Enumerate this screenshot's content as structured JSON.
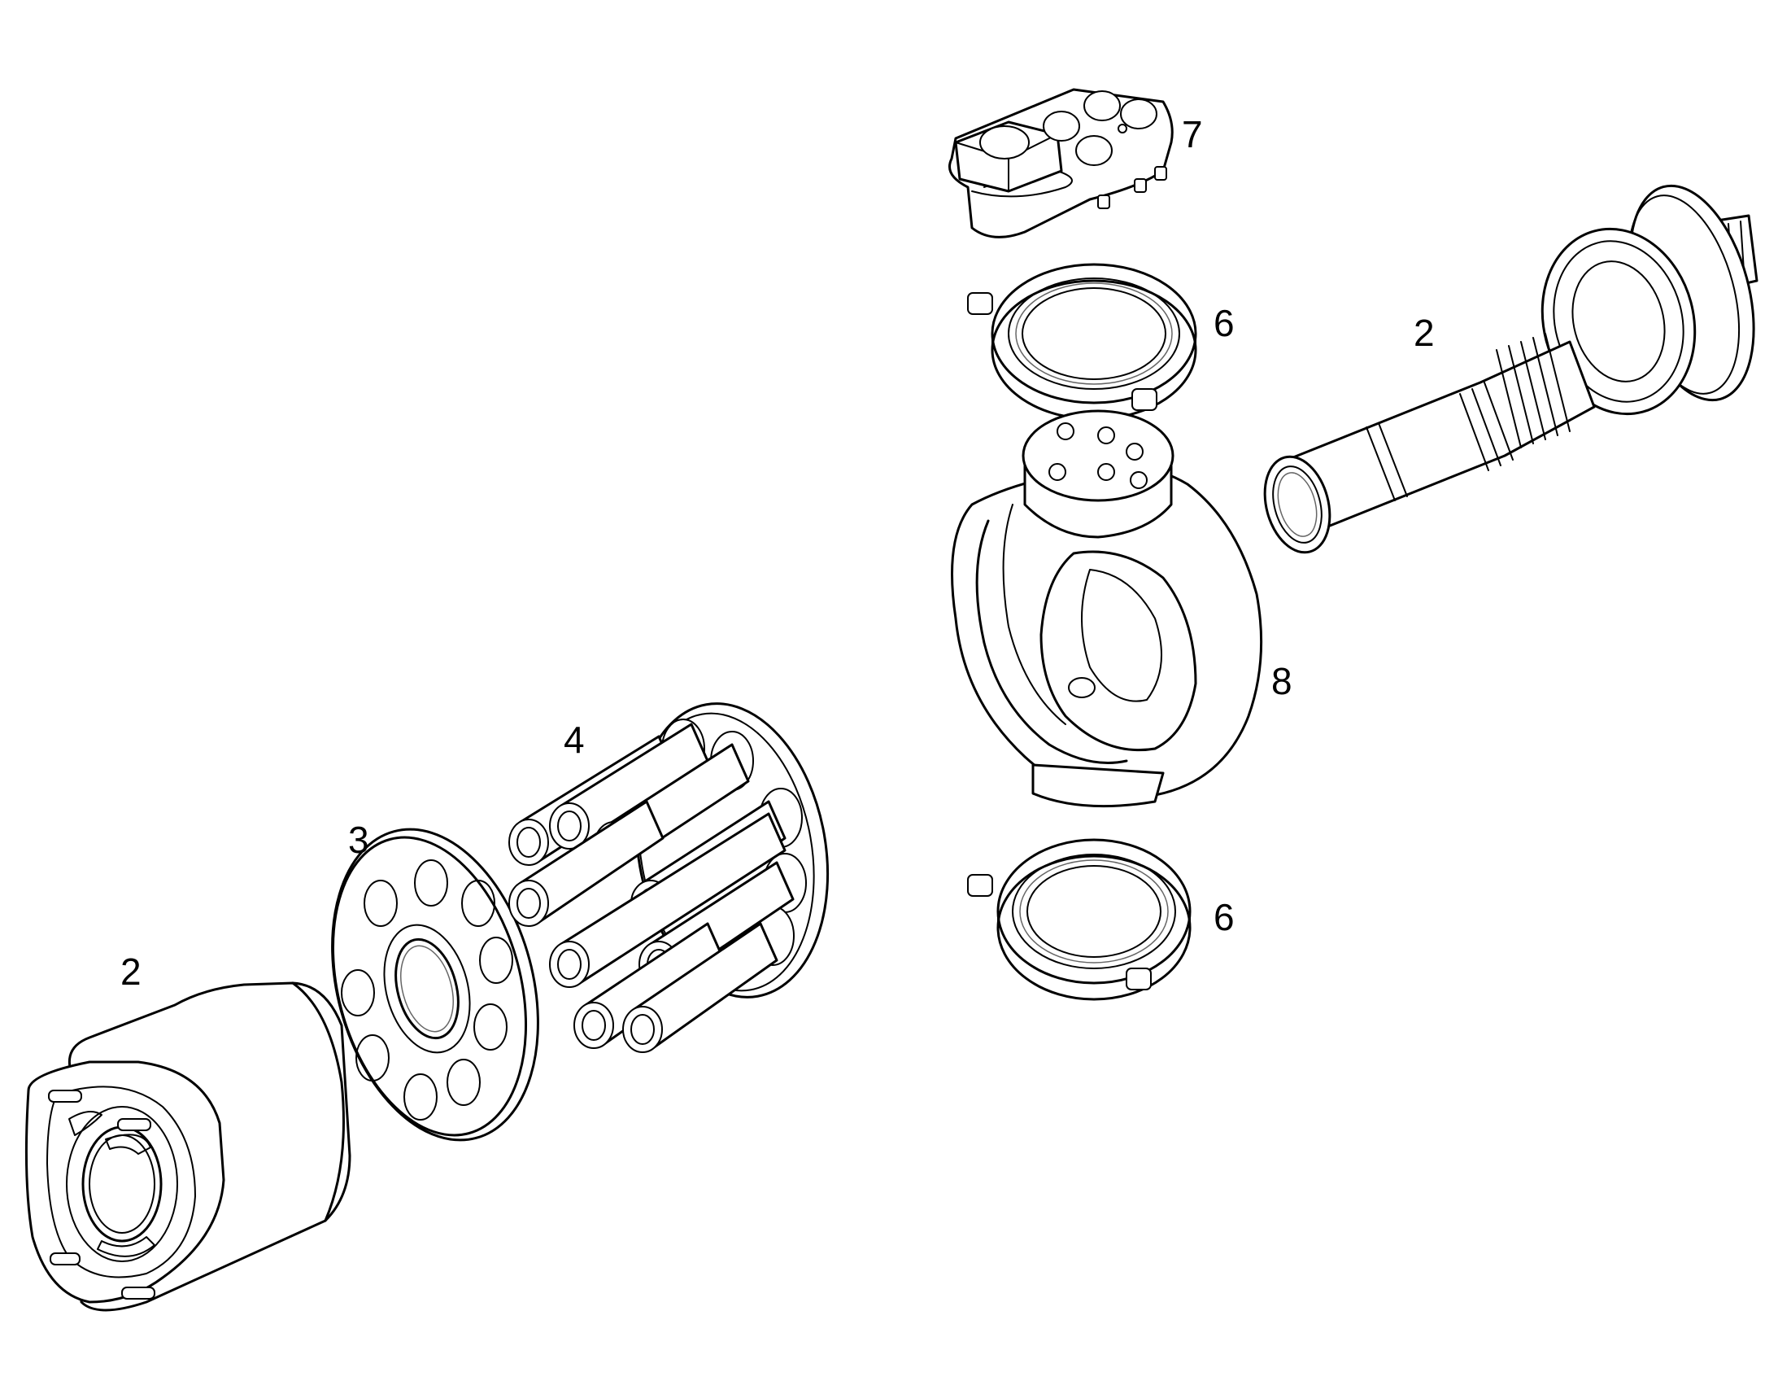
{
  "diagram": {
    "callouts": [
      {
        "id": "cylinder-block",
        "text": "2"
      },
      {
        "id": "retaining-plate",
        "text": "3"
      },
      {
        "id": "piston-set",
        "text": "4"
      },
      {
        "id": "bearing-upper",
        "text": "6"
      },
      {
        "id": "bearing-lower",
        "text": "6"
      },
      {
        "id": "control-valve-block",
        "text": "7"
      },
      {
        "id": "swash-plate",
        "text": "8"
      },
      {
        "id": "drive-shaft",
        "text": "2"
      }
    ],
    "colors": {
      "line": "#000000",
      "fill": "#ffffff",
      "hidden": "#666666"
    }
  }
}
